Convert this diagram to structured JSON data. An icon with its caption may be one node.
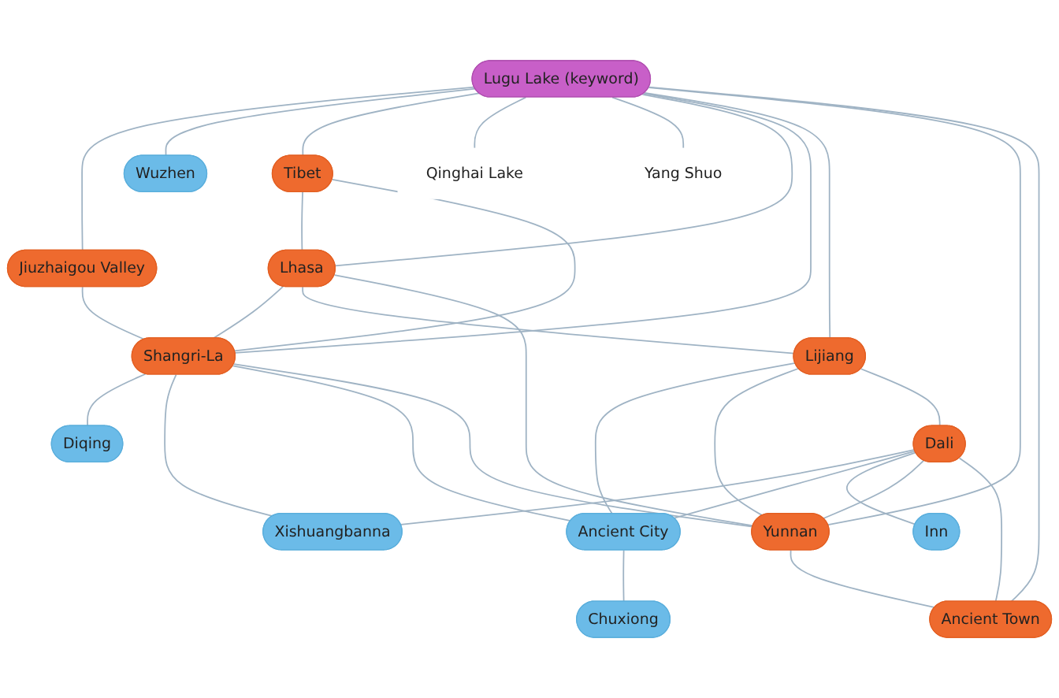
{
  "diagram": {
    "nodes": [
      {
        "text": [
          "Lugu Lake (keyword)"
        ]
      },
      {
        "text": [
          "Jiuzhaigou Valley"
        ]
      },
      {
        "text": [
          "Wuzhen"
        ]
      },
      {
        "text": [
          "Tibet"
        ]
      },
      {
        "text": [
          "Qinghai Lake"
        ]
      },
      {
        "text": [
          "Lhasa"
        ]
      },
      {
        "text": [
          "Shangri-La"
        ]
      },
      {
        "text": [
          "Diqing"
        ]
      },
      {
        "text": [
          "Lijiang"
        ]
      },
      {
        "text": [
          "Xishuangbanna"
        ]
      },
      {
        "text": [
          "Yang Shuo"
        ]
      },
      {
        "text": [
          "Yunnan"
        ]
      },
      {
        "text": [
          "Dali"
        ]
      },
      {
        "text": [
          "Ancient City"
        ]
      },
      {
        "text": [
          "Ancient Town"
        ]
      },
      {
        "text": [
          "Chuxiong"
        ]
      },
      {
        "text": [
          "Inn"
        ]
      }
    ],
    "edges": [
      {
        "from": 0,
        "to": 1,
        "arrow": "none"
      },
      {
        "from": 0,
        "to": 2,
        "arrow": "none"
      },
      {
        "from": 0,
        "to": 3,
        "arrow": "none"
      },
      {
        "from": 0,
        "to": 4,
        "arrow": "none"
      },
      {
        "from": 0,
        "to": 10,
        "arrow": "none"
      },
      {
        "from": 0,
        "to": 5,
        "arrow": "none"
      },
      {
        "from": 0,
        "to": 6,
        "arrow": "none"
      },
      {
        "from": 0,
        "to": 8,
        "arrow": "none"
      },
      {
        "from": 0,
        "to": 11,
        "arrow": "none"
      },
      {
        "from": 0,
        "to": 14,
        "arrow": "none"
      },
      {
        "from": 1,
        "to": 6,
        "arrow": "none"
      },
      {
        "from": 3,
        "to": 5,
        "arrow": "none"
      },
      {
        "from": 3,
        "to": 6,
        "arrow": "none"
      },
      {
        "from": 5,
        "to": 6,
        "arrow": "none"
      },
      {
        "from": 5,
        "to": 8,
        "arrow": "none"
      },
      {
        "from": 5,
        "to": 11,
        "arrow": "none"
      },
      {
        "from": 6,
        "to": 7,
        "arrow": "none"
      },
      {
        "from": 6,
        "to": 9,
        "arrow": "none"
      },
      {
        "from": 6,
        "to": 13,
        "arrow": "none"
      },
      {
        "from": 6,
        "to": 11,
        "arrow": "none"
      },
      {
        "from": 8,
        "to": 13,
        "arrow": "none"
      },
      {
        "from": 8,
        "to": 11,
        "arrow": "none"
      },
      {
        "from": 8,
        "to": 12,
        "arrow": "none"
      },
      {
        "from": 12,
        "to": 9,
        "arrow": "none"
      },
      {
        "from": 12,
        "to": 13,
        "arrow": "none"
      },
      {
        "from": 12,
        "to": 16,
        "arrow": "none"
      },
      {
        "from": 12,
        "to": 11,
        "arrow": "none"
      },
      {
        "from": 12,
        "to": 14,
        "arrow": "none"
      },
      {
        "from": 11,
        "to": 14,
        "arrow": "none"
      },
      {
        "from": 13,
        "to": 15,
        "arrow": "none"
      }
    ]
  }
}
